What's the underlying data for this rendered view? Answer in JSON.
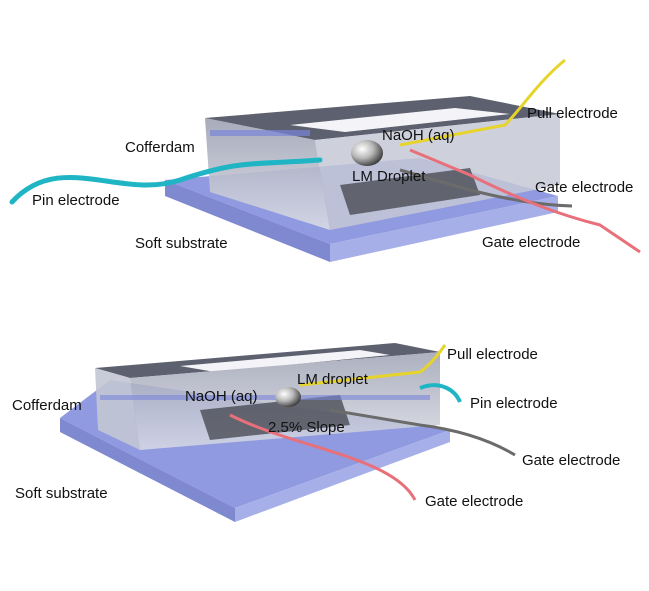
{
  "top_panel": {
    "labels": {
      "pull_electrode": "Pull electrode",
      "naoh": "NaOH (aq)",
      "cofferdam": "Cofferdam",
      "lm_droplet": "LM Droplet",
      "gate_electrode_1": "Gate electrode",
      "pin_electrode": "Pin electrode",
      "soft_substrate": "Soft substrate",
      "gate_electrode_2": "Gate electrode"
    }
  },
  "bottom_panel": {
    "labels": {
      "pull_electrode": "Pull electrode",
      "lm_droplet": "LM droplet",
      "naoh": "NaOH (aq)",
      "pin_electrode": "Pin electrode",
      "cofferdam": "Cofferdam",
      "slope": "2.5% Slope",
      "gate_electrode_1": "Gate electrode",
      "soft_substrate": "Soft substrate",
      "gate_electrode_2": "Gate electrode"
    }
  },
  "colors": {
    "substrate": "#8f9ae0",
    "block": "#b9bccb",
    "pin_wire": "#1fb5c4",
    "pull_wire": "#e6d42a",
    "gate_gray": "#6b6b6b",
    "gate_red": "#e8707a"
  }
}
